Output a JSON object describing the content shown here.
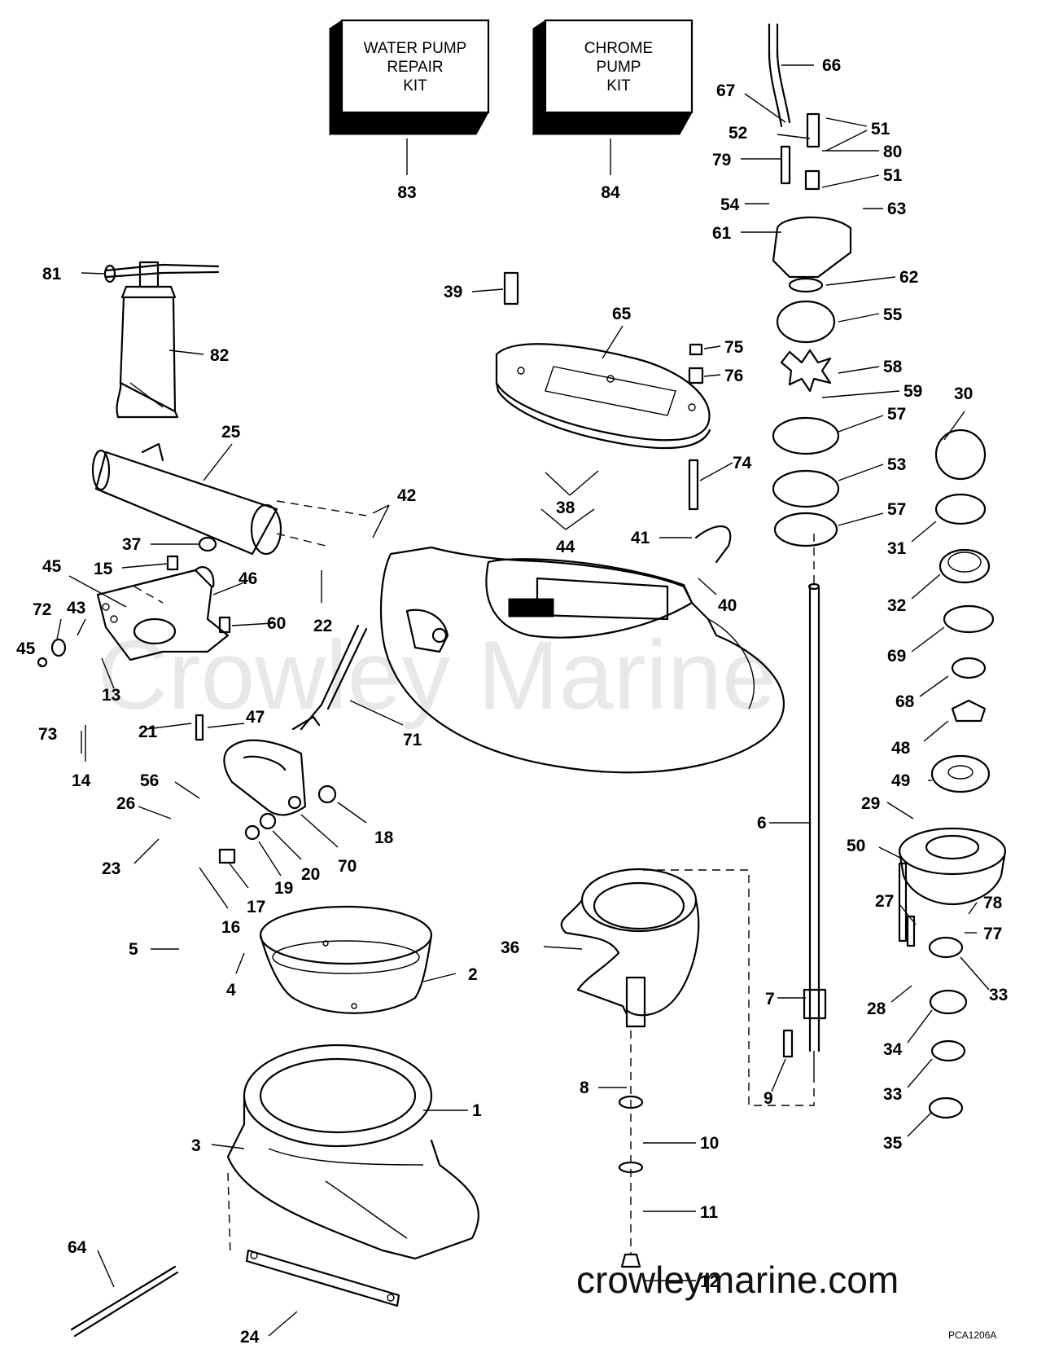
{
  "kits": {
    "water_pump": {
      "lines": [
        "WATER PUMP",
        "REPAIR",
        "KIT"
      ],
      "number": "83"
    },
    "chrome_pump": {
      "lines": [
        "CHROME",
        "PUMP",
        "KIT"
      ],
      "number": "84"
    }
  },
  "callouts": {
    "c1": "1",
    "c2": "2",
    "c3": "3",
    "c4": "4",
    "c5": "5",
    "c6": "6",
    "c7": "7",
    "c8": "8",
    "c9": "9",
    "c10": "10",
    "c11": "11",
    "c12": "12",
    "c13": "13",
    "c14": "14",
    "c15": "15",
    "c16": "16",
    "c17": "17",
    "c18": "18",
    "c19": "19",
    "c20": "20",
    "c21": "21",
    "c22": "22",
    "c23": "23",
    "c24": "24",
    "c25": "25",
    "c26": "26",
    "c27": "27",
    "c28": "28",
    "c29": "29",
    "c30": "30",
    "c31": "31",
    "c32": "32",
    "c33a": "33",
    "c33b": "33",
    "c34": "34",
    "c35": "35",
    "c36": "36",
    "c37": "37",
    "c38": "38",
    "c39": "39",
    "c40": "40",
    "c41": "41",
    "c42": "42",
    "c43": "43",
    "c44": "44",
    "c45a": "45",
    "c45b": "45",
    "c46": "46",
    "c47": "47",
    "c48": "48",
    "c49": "49",
    "c50": "50",
    "c51a": "51",
    "c51b": "51",
    "c52": "52",
    "c53": "53",
    "c54": "54",
    "c55": "55",
    "c56": "56",
    "c57a": "57",
    "c57b": "57",
    "c58": "58",
    "c59": "59",
    "c60": "60",
    "c61": "61",
    "c62": "62",
    "c63": "63",
    "c64": "64",
    "c65": "65",
    "c66": "66",
    "c67": "67",
    "c68": "68",
    "c69": "69",
    "c70": "70",
    "c71": "71",
    "c72": "72",
    "c73": "73",
    "c74": "74",
    "c75": "75",
    "c76": "76",
    "c77": "77",
    "c78": "78",
    "c79": "79",
    "c80": "80",
    "c81": "81",
    "c82": "82"
  },
  "watermark": "Crowley Marine",
  "footer": {
    "website": "crowleymarine.com",
    "drawing_code": "PCA1206A"
  }
}
